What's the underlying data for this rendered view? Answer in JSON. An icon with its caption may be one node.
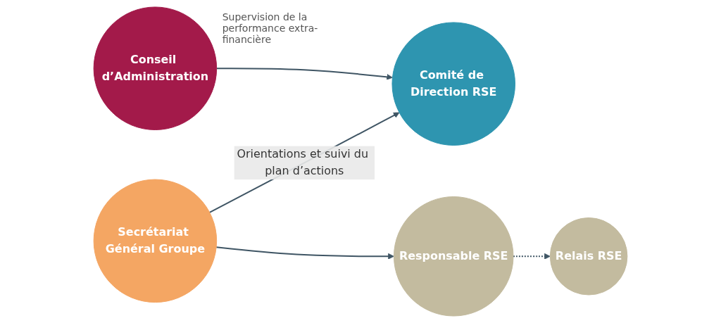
{
  "diagram": {
    "nodes": [
      {
        "text": [
          "Conseil d’Administration"
        ],
        "beside": [
          "Supervision de la performance extra-financière"
        ]
      },
      {
        "text": [
          "Comité de Direction RSE"
        ]
      },
      {
        "text": [
          "Secrétariat Général Groupe"
        ]
      },
      {
        "text": [
          "Responsable RSE"
        ]
      },
      {
        "text": [
          "Relais RSE"
        ]
      }
    ],
    "edges": [
      {
        "from": 0,
        "to": 1,
        "arrow": "to"
      },
      {
        "from": 2,
        "to": 1,
        "arrow": "to",
        "label": "Orientations et suivi du plan d’actions"
      },
      {
        "from": 2,
        "to": 3,
        "arrow": "to"
      },
      {
        "from": 3,
        "to": 4,
        "arrow": "to",
        "style": "dashed"
      }
    ]
  }
}
